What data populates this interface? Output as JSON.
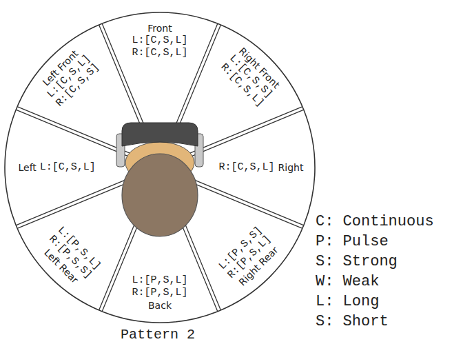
{
  "diagram": {
    "caption": "Pattern 2",
    "nodes": [
      {
        "text": [
          "Front",
          "L:[C,S,L]",
          "R:[C,S,L]"
        ]
      },
      {
        "text": [
          "Left Front",
          "L:[C,S,L]",
          "R:[C,S,S]"
        ]
      },
      {
        "text": [
          "Right Front",
          "L:[C,S,S]",
          "R:[C,S,L]"
        ]
      },
      {
        "text": [
          "Left",
          "L:[C,S,L]"
        ]
      },
      {
        "text": [
          "R:[C,S,L]",
          "Right"
        ]
      },
      {
        "text": [
          "L:[P,S,L]",
          "R:[P,S,S]",
          "Left Rear"
        ]
      },
      {
        "text": [
          "L:[P,S,L]",
          "R:[P,S,L]",
          "Back"
        ]
      },
      {
        "text": [
          "L:[P,S,S]",
          "R:[P,S,L]",
          "Right Rear"
        ]
      }
    ],
    "labels": [
      "C: Continuous",
      "P: Pulse",
      "S: Strong",
      "W: Weak",
      "L: Long",
      "S: Short"
    ]
  }
}
